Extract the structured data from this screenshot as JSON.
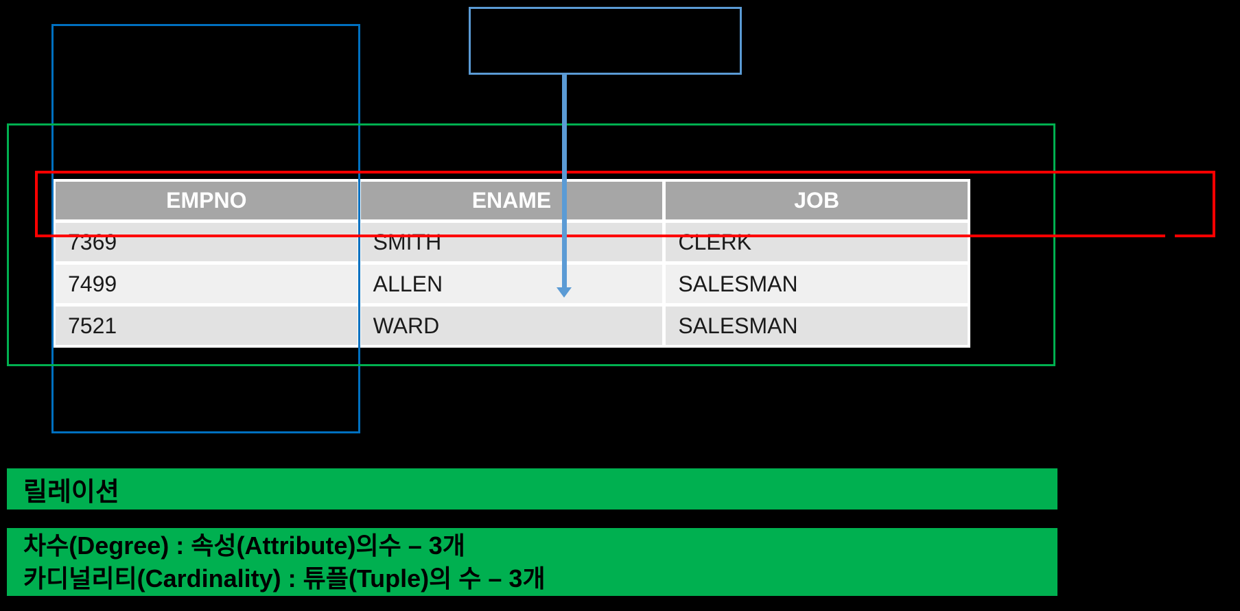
{
  "slide": {
    "background": "#000000",
    "description_labels": {
      "relation": "릴레이션",
      "degree": "차수(Degree) : 속성(Attribute)의수 – 3개",
      "cardinality": "카디널리티(Cardinality) : 튜플(Tuple)의 수 – 3개"
    }
  },
  "table": {
    "headers": [
      "EMPNO",
      "ENAME",
      "JOB"
    ],
    "rows": [
      [
        "7369",
        "SMITH",
        "CLERK"
      ],
      [
        "7499",
        "ALLEN",
        "SALESMAN"
      ],
      [
        "7521",
        "WARD",
        "SALESMAN"
      ]
    ]
  },
  "colors": {
    "outline_green": "#00B050",
    "outline_red": "#FF0000",
    "outline_blue_dark": "#0070C0",
    "annotation_blue_light": "#5B9BD5",
    "table_header_gray": "#A6A6A6",
    "row_band_dark": "#E2E2E2",
    "row_band_light": "#F0F0F0",
    "bar_green": "#00B050"
  }
}
